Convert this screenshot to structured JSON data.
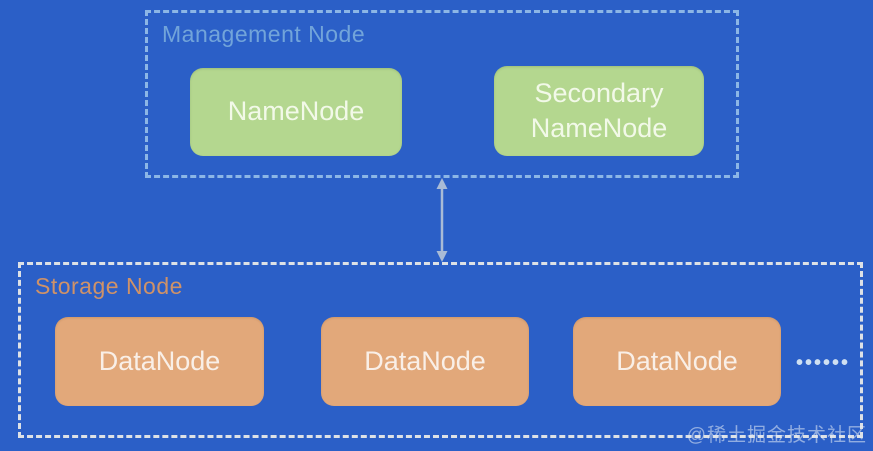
{
  "diagram": {
    "title_hint": "HDFS cluster roles diagram",
    "management": {
      "label": "Management Node",
      "nodes": [
        {
          "label": "NameNode"
        },
        {
          "label": "Secondary NameNode"
        }
      ]
    },
    "connector": {
      "type": "vertical-double-arrow",
      "from": "Management Node",
      "to": "Storage Node"
    },
    "storage": {
      "label": "Storage Node",
      "nodes": [
        {
          "label": "DataNode"
        },
        {
          "label": "DataNode"
        },
        {
          "label": "DataNode"
        }
      ],
      "ellipsis": "••••••"
    }
  },
  "watermark": "@稀土掘金技术社区",
  "colors": {
    "background": "#2b5fc7",
    "management_border": "#8cb6e6",
    "management_label": "#72a4da",
    "green_node_bg": "#b4d78f",
    "green_node_text": "#f2f9e8",
    "storage_border": "#dde1e6",
    "storage_label": "#cf9268",
    "orange_node_bg": "#e2a87a",
    "orange_node_text": "#f9efe7",
    "arrow": "#a9bbd6",
    "ellipsis_dots": "#cfe0f2",
    "watermark_text": "rgba(230,236,246,0.55)"
  }
}
